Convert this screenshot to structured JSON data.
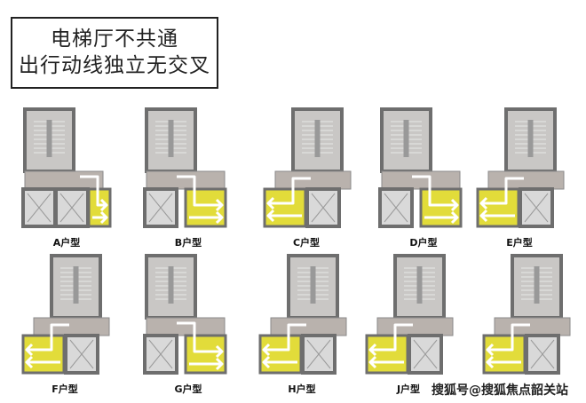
{
  "title": {
    "line1": "电梯厅不共通",
    "line2": "出行动线独立无交叉"
  },
  "colors": {
    "unit_zone": "#e2dc3a",
    "wall": "#6e6e6e",
    "floor": "#c9c7c5",
    "arrow": "#ffffff"
  },
  "plans": [
    {
      "label": "A户型",
      "elevators": 2,
      "flow": "right"
    },
    {
      "label": "B户型",
      "elevators": 1,
      "flow": "right"
    },
    {
      "label": "C户型",
      "elevators": 1,
      "flow": "left"
    },
    {
      "label": "D户型",
      "elevators": 1,
      "flow": "right"
    },
    {
      "label": "E户型",
      "elevators": 1,
      "flow": "left"
    },
    {
      "label": "F户型",
      "elevators": 1,
      "flow": "left"
    },
    {
      "label": "G户型",
      "elevators": 1,
      "flow": "right"
    },
    {
      "label": "H户型",
      "elevators": 1,
      "flow": "left"
    },
    {
      "label": "J户型",
      "elevators": 1,
      "flow": "left"
    },
    {
      "label": "",
      "elevators": 1,
      "flow": "left"
    }
  ],
  "watermark": "搜狐号@搜狐焦点韶关站"
}
